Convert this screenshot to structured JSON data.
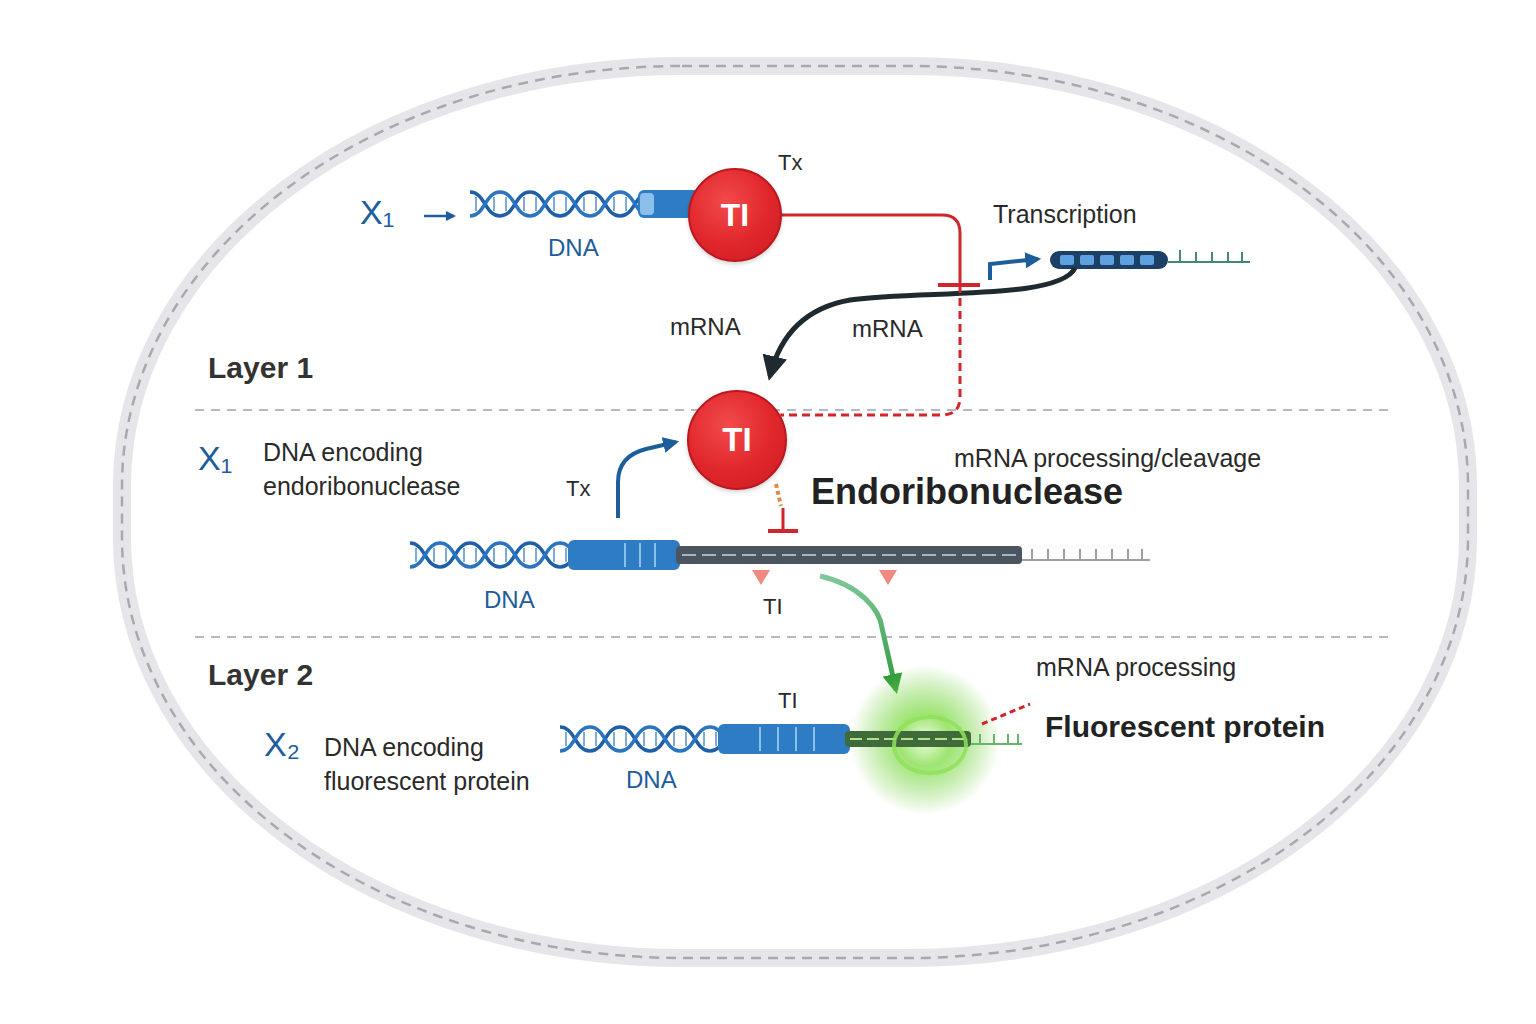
{
  "diagram": {
    "nodes": [
      {
        "text": [
          "TI"
        ]
      },
      {
        "text": [
          "TI"
        ]
      }
    ],
    "edges": [
      {
        "from": 0,
        "to": 1,
        "arrow": "none"
      }
    ],
    "labels": [
      "X₁",
      "DNA",
      "Tx",
      "Transcription",
      "mRNA",
      "mRNA",
      "Layer 1",
      "X₁",
      "DNA encoding endoribonuclease",
      "Tx",
      "mRNA processing/cleavage",
      "Endoribonuclease",
      "DNA",
      "TI",
      "Layer 2",
      "X₂",
      "DNA encoding fluorescent protein",
      "TI",
      "DNA",
      "mRNA processing",
      "Fluorescent protein"
    ]
  }
}
